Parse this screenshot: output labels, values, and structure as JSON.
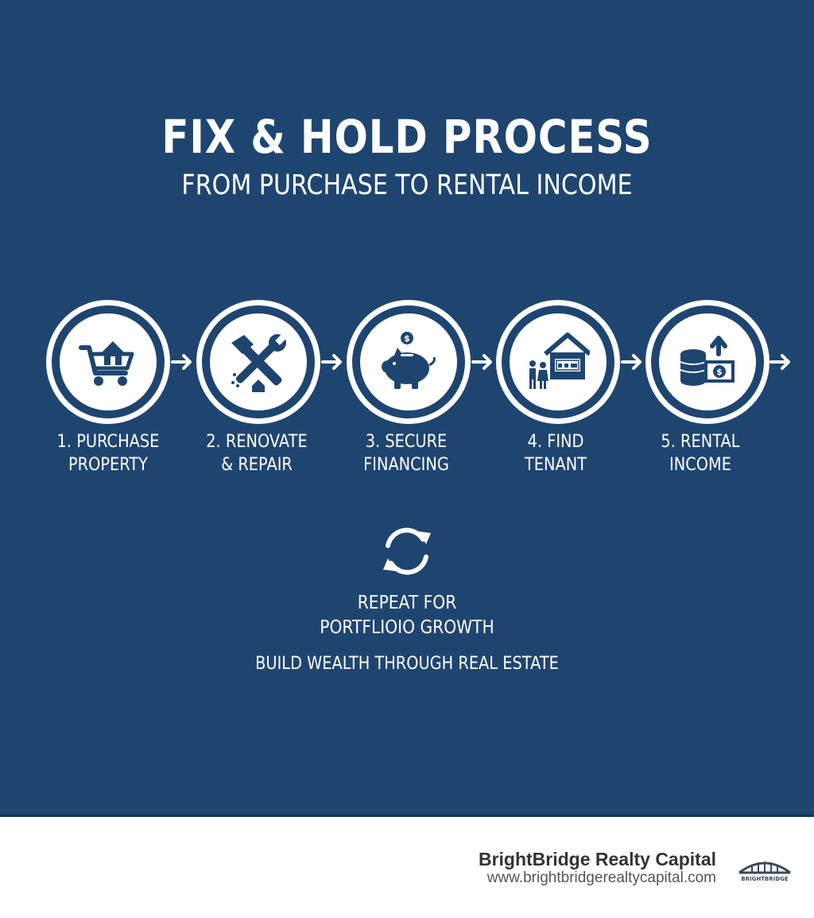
{
  "header": {
    "title": "FIX & HOLD PROCESS",
    "subtitle": "FROM PURCHASE TO RENTAL INCOME"
  },
  "steps": [
    {
      "line1": "1. PURCHASE",
      "line2": "PROPERTY",
      "icon": "shopping-cart-house-icon"
    },
    {
      "line1": "2. RENOVATE",
      "line2": "& REPAIR",
      "icon": "hammer-wrench-icon"
    },
    {
      "line1": "3. SECURE",
      "line2": "FINANCING",
      "icon": "piggy-bank-icon"
    },
    {
      "line1": "4. FIND",
      "line2": "TENANT",
      "icon": "house-tenants-icon"
    },
    {
      "line1": "5. RENTAL",
      "line2": "INCOME",
      "icon": "money-stack-icon"
    }
  ],
  "repeat": {
    "line1": "REPEAT FOR",
    "line2": "PORTFLIOIO GROWTH",
    "icon": "cycle-arrows-icon"
  },
  "tagline": "BUILD WEALTH THROUGH REAL ESTATE",
  "footer": {
    "brand_name": "BrightBridge Realty Capital",
    "brand_url": "www.brightbridgerealtycapital.com",
    "logo_text": "BRIGHTBRIDGE"
  },
  "colors": {
    "background": "#1e4570",
    "accent": "#ffffff",
    "icon": "#1e4570"
  }
}
